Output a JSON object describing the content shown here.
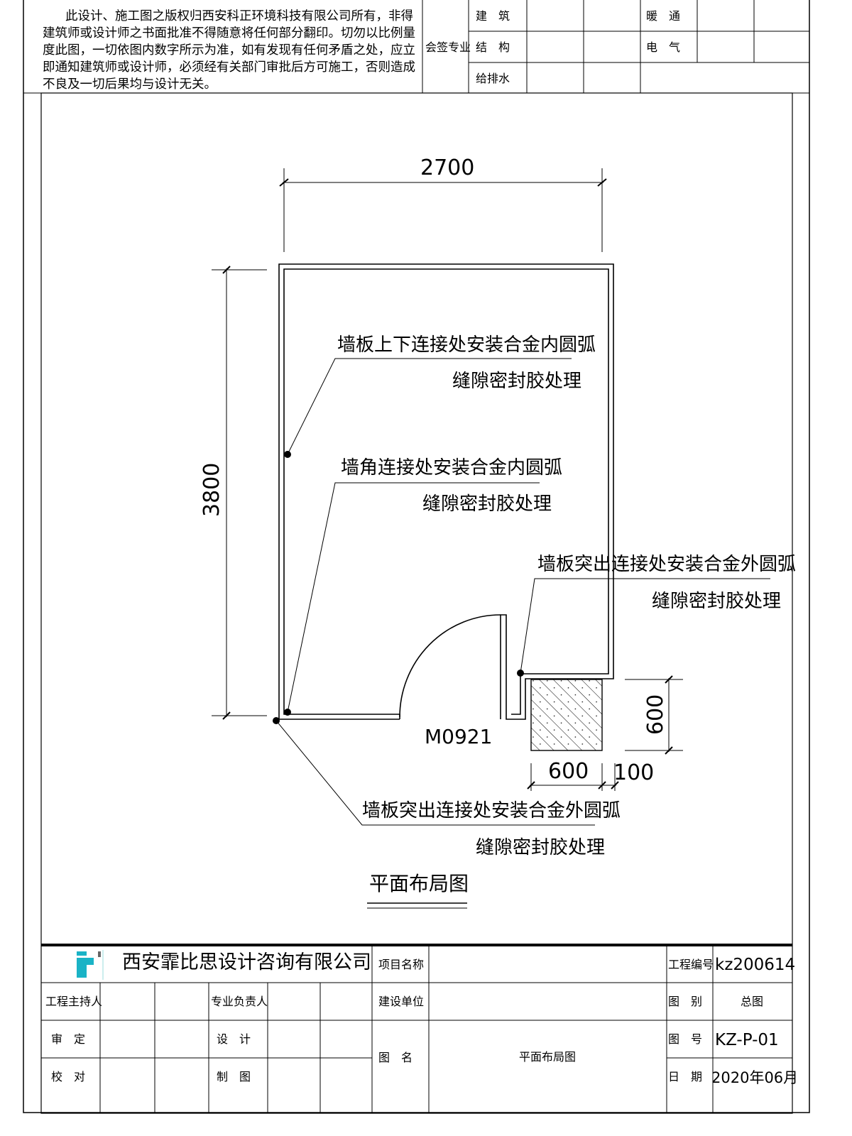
{
  "notice": {
    "lines": [
      "此设计、施工图之版权归西安科正环境科技有限公司所有，非得",
      "建筑师或设计师之书面批准不得随意将任何部分翻印。切勿以比例量",
      "度此图，一切依图内数字所示为准，如有发现有任何矛盾之处，应立",
      "即通知建筑师或设计师，必须经有关部门审批后方可施工，否则造成",
      "不良及一切后果均与设计无关。"
    ]
  },
  "signoff": {
    "title": "会签专业",
    "disciplines": [
      "建　筑",
      "结　构",
      "给排水",
      "暖　通",
      "电　气"
    ]
  },
  "plan": {
    "dimensions": {
      "width": "2700",
      "height": "3800",
      "column_h": "600",
      "column_w": "600",
      "gap": "100"
    },
    "door_label": "M0921",
    "notes": [
      {
        "line1": "墙板上下连接处安装合金内圆弧",
        "line2": "缝隙密封胶处理"
      },
      {
        "line1": "墙角连接处安装合金内圆弧",
        "line2": "缝隙密封胶处理"
      },
      {
        "line1": "墙板突出连接处安装合金外圆弧",
        "line2": "缝隙密封胶处理"
      },
      {
        "line1": "墙板突出连接处安装合金外圆弧",
        "line2": "缝隙密封胶处理"
      }
    ],
    "title": "平面布局图"
  },
  "title_block": {
    "company": "西安霏比思设计咨询有限公司",
    "logo_letter": "F",
    "project_name_label": "项目名称",
    "project_name": "",
    "client_label": "建设单位",
    "client": "",
    "drawing_name_label": "图　名",
    "drawing_name": "平面布局图",
    "project_no_label": "工程编号",
    "project_no": "kz200614",
    "category_label": "图　别",
    "category": "总图",
    "drawing_no_label": "图　号",
    "drawing_no": "KZ-P-01",
    "date_label": "日　期",
    "date": "2020年06月",
    "roles": [
      "工程主持人",
      "专业负责人",
      "审　定",
      "设　计",
      "校　对",
      "制　图"
    ]
  },
  "colors": {
    "logo": "#1ab3c6",
    "ink": "#000000"
  }
}
